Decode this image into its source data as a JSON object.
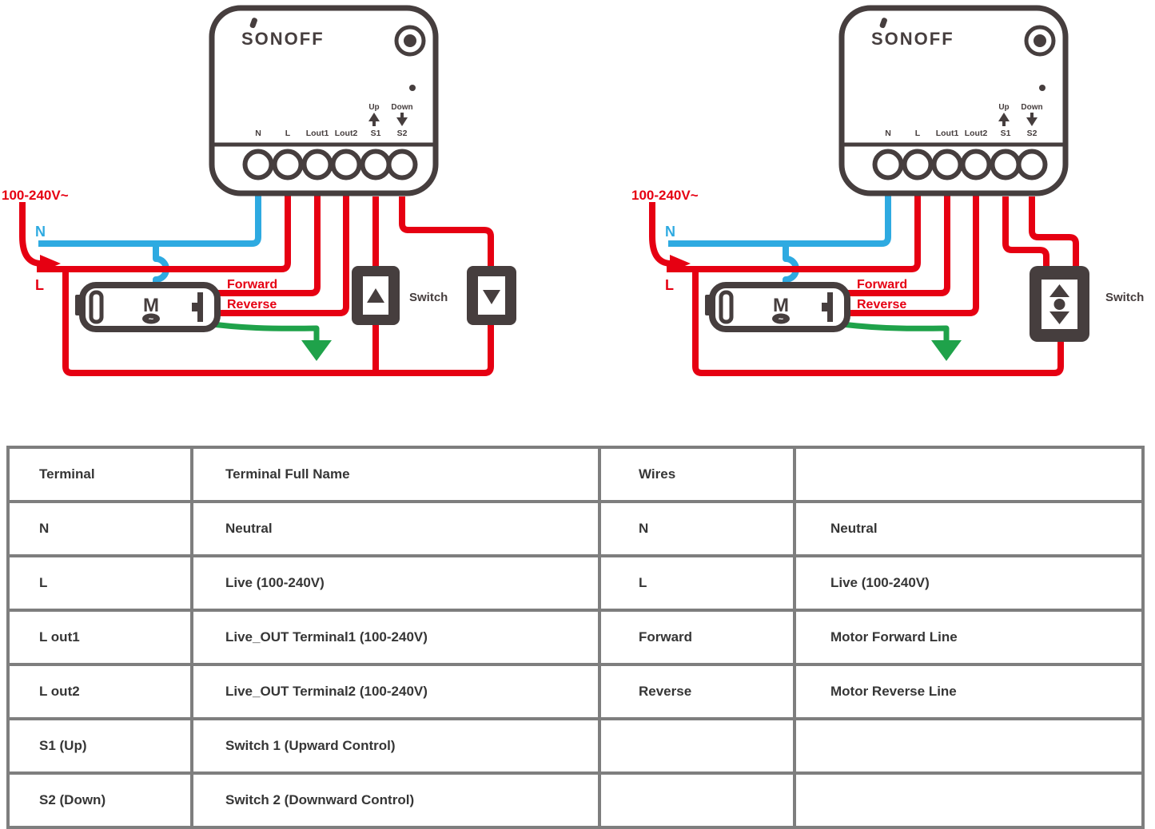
{
  "diagrams": {
    "voltage_label": "100-240V~",
    "neutral_label": "N",
    "live_label": "L",
    "forward_label": "Forward",
    "reverse_label": "Reverse",
    "switch_label": "Switch",
    "motor_label": "M",
    "motor_ac_symbol": "~"
  },
  "device": {
    "brand": "SONOFF",
    "up_label": "Up",
    "down_label": "Down",
    "terminals": [
      "N",
      "L",
      "Lout1",
      "Lout2",
      "S1",
      "S2"
    ]
  },
  "table": {
    "headers": [
      "Terminal",
      "Terminal Full Name",
      "Wires",
      ""
    ],
    "rows": [
      [
        "N",
        "Neutral",
        "N",
        "Neutral"
      ],
      [
        "L",
        "Live (100-240V)",
        "L",
        "Live (100-240V)"
      ],
      [
        "L out1",
        "Live_OUT Terminal1 (100-240V)",
        "Forward",
        "Motor Forward Line"
      ],
      [
        "L out2",
        "Live_OUT Terminal2 (100-240V)",
        "Reverse",
        "Motor Reverse Line"
      ],
      [
        "S1 (Up)",
        "Switch 1 (Upward Control)",
        "",
        ""
      ],
      [
        "S2 (Down)",
        "Switch 2 (Downward Control)",
        "",
        ""
      ]
    ]
  },
  "colors": {
    "device_outline": "#463e3e",
    "live_wire_red": "#e60012",
    "neutral_wire_blue": "#2eaae1",
    "ground_wire_green": "#1fa24a",
    "table_border_gray": "#7e7e7e",
    "table_text": "#363636"
  }
}
